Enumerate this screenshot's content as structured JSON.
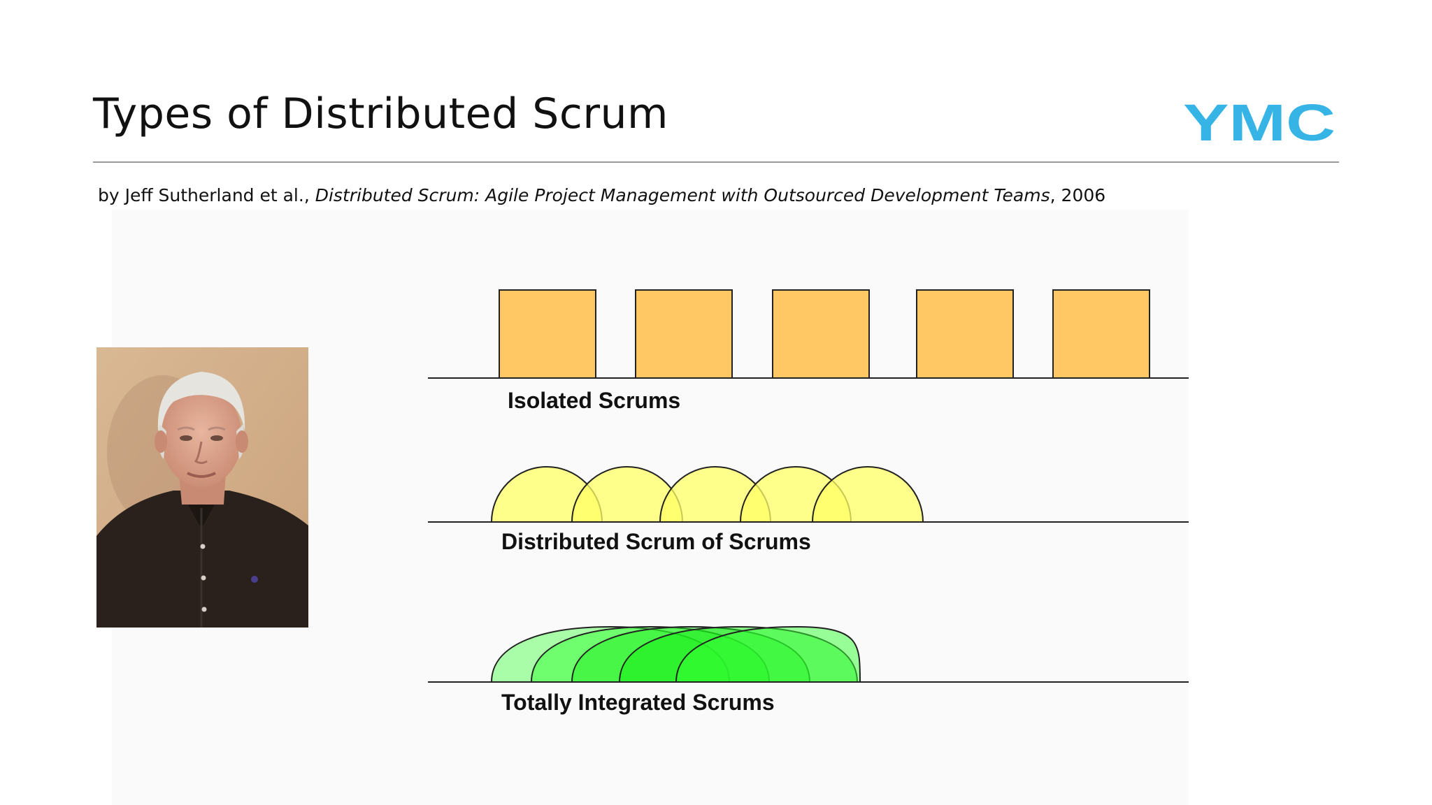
{
  "slide": {
    "title": "Types of Distributed Scrum",
    "logo_text": "YMC",
    "subtitle": {
      "prefix": "by Jeff Sutherland et al., ",
      "book_title": "Distributed Scrum: Agile Project Management with Outsourced Development Teams",
      "suffix": ", 2006"
    }
  },
  "photo": {
    "subject": "Jeff Sutherland portrait"
  },
  "diagram": {
    "rows": [
      {
        "label": "Isolated Scrums",
        "shape": "square",
        "count": 5,
        "color": "#FFC864"
      },
      {
        "label": "Distributed Scrum of Scrums",
        "shape": "semicircle",
        "count": 5,
        "color": "#FFFF66",
        "overlap_color": "#FFFF00"
      },
      {
        "label": "Totally Integrated Scrums",
        "shape": "dome",
        "count": 5,
        "color": "#66FF66",
        "overlap_color": "#00EE00"
      }
    ]
  },
  "colors": {
    "logo": "#35B4E5",
    "rule": "#9A9A9A",
    "text": "#111111"
  }
}
